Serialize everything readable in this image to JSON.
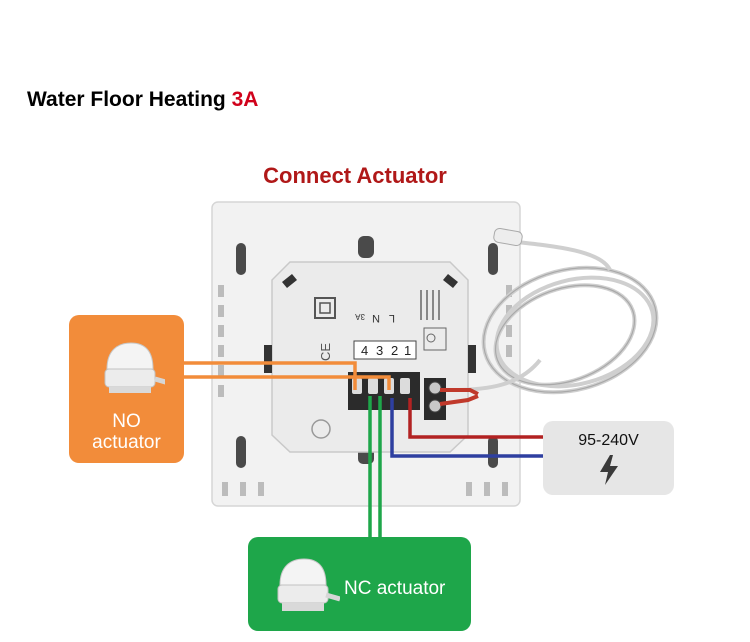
{
  "title": {
    "main": "Water Floor Heating ",
    "rating": "3A"
  },
  "subtitle": "Connect Actuator",
  "thermostat": {
    "terminal_numbers": [
      "4",
      "3",
      "2",
      "1"
    ],
    "letter_l": "L",
    "letter_n": "N",
    "current_label": "3A",
    "ce_mark": "CE"
  },
  "no_actuator": {
    "label_line1": "NO",
    "label_line2": "actuator"
  },
  "nc_actuator": {
    "label": "NC actuator"
  },
  "power": {
    "label": "95-240V",
    "icon": "lightning-bolt-icon"
  },
  "colors": {
    "no_box": "#f28c3a",
    "nc_box": "#1ea64a",
    "power_box": "#e6e6e6",
    "title_accent": "#d0021b",
    "subtitle": "#b01818",
    "wire_live": "#b22222",
    "wire_neutral": "#2e3fa0",
    "wire_no": "#f28c3a",
    "wire_nc": "#1ea64a"
  }
}
